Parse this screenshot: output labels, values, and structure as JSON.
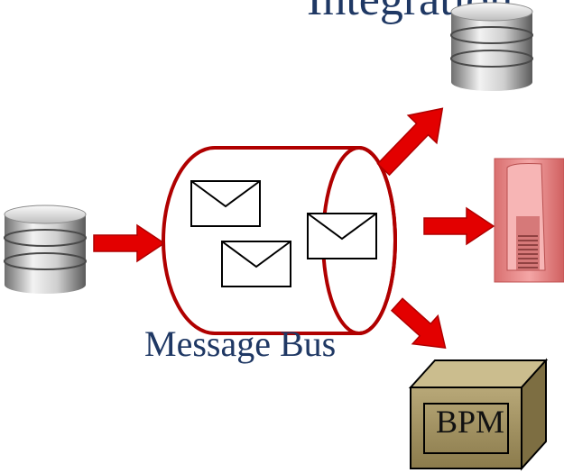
{
  "title_fragment": "Integration",
  "bus": {
    "label": "Message Bus"
  },
  "bpm": {
    "label": "BPM"
  },
  "icons": {
    "source": "database-icon",
    "target_top": "database-icon",
    "target_middle": "device-icon",
    "target_bottom": "box-icon",
    "messages": "envelope-icon"
  },
  "colors": {
    "arrow": "#e30000",
    "bus_outline": "#b00000",
    "text": "#1f3864",
    "bpm_box": "#9a8a5c",
    "device": "#e88080"
  }
}
